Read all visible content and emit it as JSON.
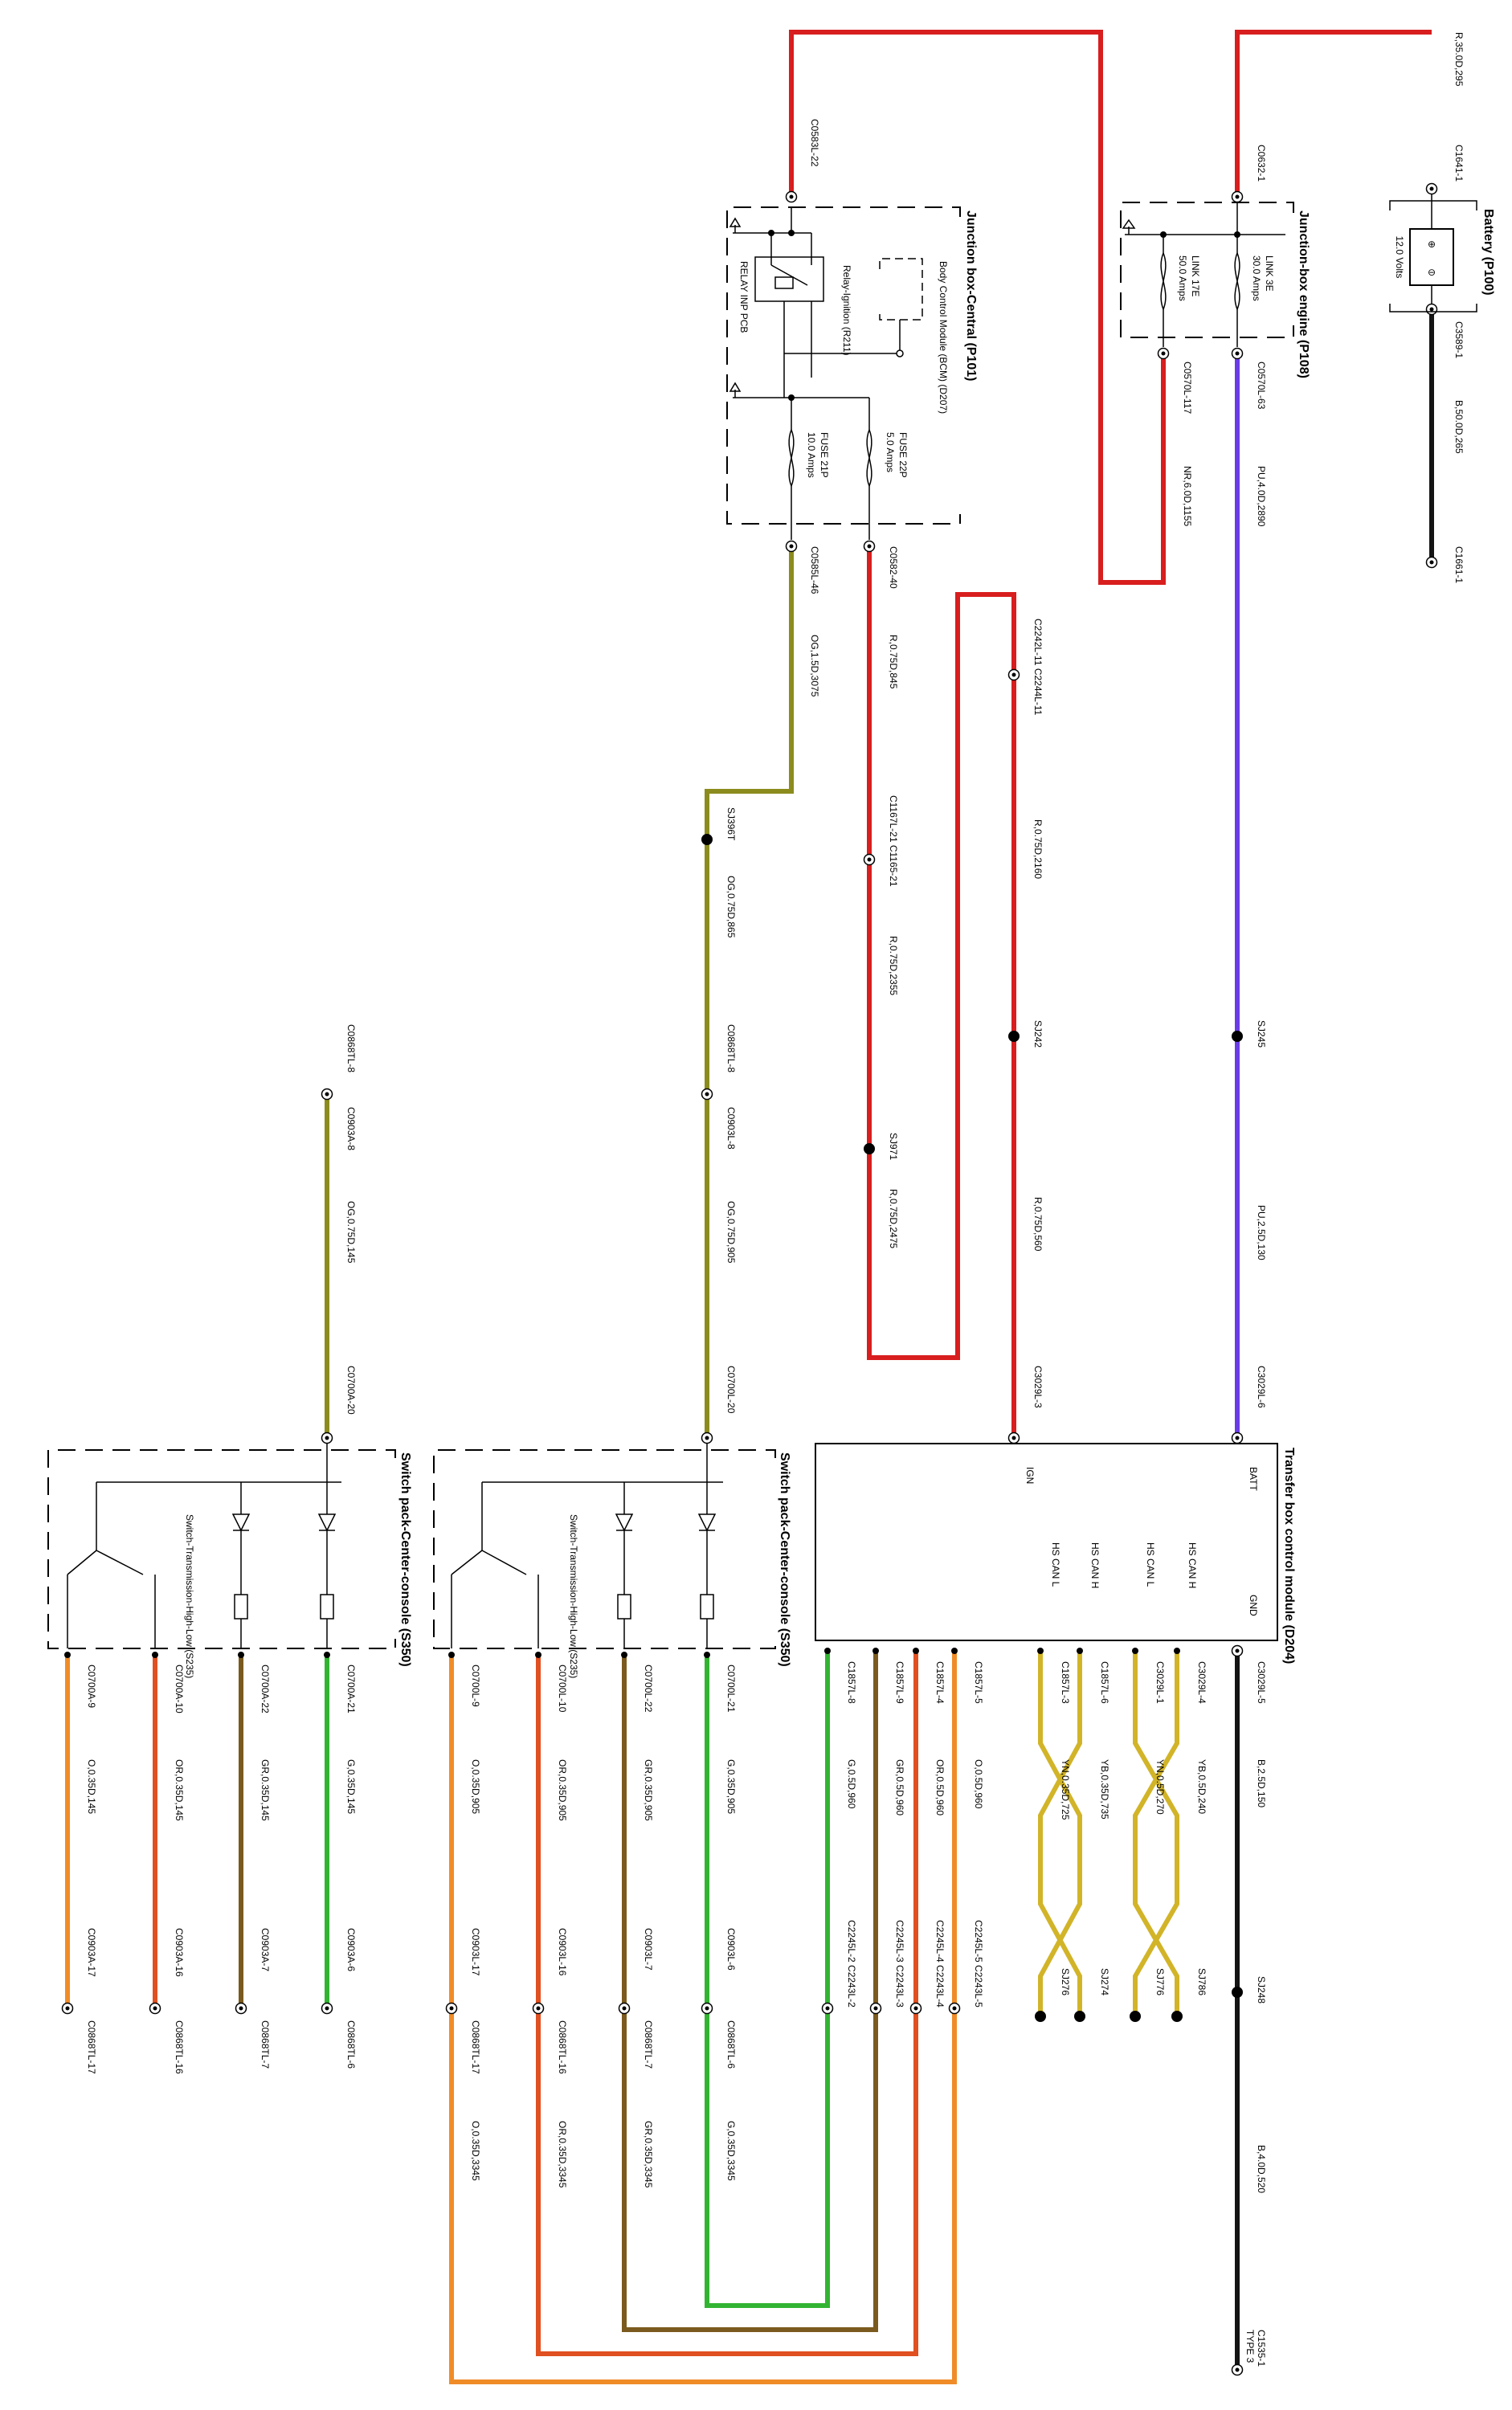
{
  "colors": {
    "red": "#d81e1e",
    "black": "#141414",
    "purple": "#6a3ce8",
    "olive": "#8c8c1e",
    "orange": "#f08c28",
    "green": "#32b432",
    "brown": "#7a5a1e",
    "orange_red": "#e05020",
    "yellow": "#d2b428"
  },
  "components": {
    "battery": {
      "title": "Battery (P100)",
      "volts": "12.0 Volts"
    },
    "jb_engine": {
      "title": "Junction-box engine (P108)",
      "link1_name": "LINK 3E",
      "link1_rating": "30.0 Amps",
      "link2_name": "LINK 17E",
      "link2_rating": "50.0 Amps"
    },
    "jb_central": {
      "title": "Junction box-Central (P101)",
      "bcm": "Body Control Module (BCM) (D207)",
      "relay": "Relay-Ignition (R211)",
      "relay_pcb": "RELAY INP PCB",
      "fuse1_name": "FUSE 22P",
      "fuse1_rating": "5.0 Amps",
      "fuse2_name": "FUSE 21P",
      "fuse2_rating": "10.0 Amps"
    },
    "tcm": {
      "title": "Transfer box control module (D204)",
      "pins": [
        "BATT",
        "GND",
        "HS CAN H",
        "HS CAN L",
        "HS CAN H",
        "HS CAN L",
        "IGN"
      ]
    },
    "switch_pack": {
      "title": "Switch pack-Center-console (S350)",
      "switch": "Switch-Transmission-High-Low (S235)"
    }
  },
  "labels": {
    "L001": "R,35.0D,295",
    "L002": "C1641-1",
    "L003": "C0632-1",
    "L004": "C0583L-22",
    "L005": "C3589-1",
    "L006": "B,50.0D,265",
    "L007": "C1661-1",
    "L008": "C0570L-63",
    "L009": "PU,4.0D,2890",
    "L010": "C0570L-117",
    "L011": "NR,6.0D,1155",
    "L012": "C0582-40",
    "L013": "R,0.75D,845",
    "L014": "C0585L-46",
    "L015": "OG,1.5D,3075",
    "L016": "C2242L-11 C2244L-11",
    "L017": "R,0.75D,2160",
    "L018": "C1167L-21 C1165-21",
    "L019": "R,0.75D,2355",
    "L020": "SJ396T",
    "L021": "OG,0.75D,865",
    "L022": "SJ242",
    "L023": "SJ245",
    "L024": "SJ971",
    "L025": "R,0.75D,2475",
    "L026": "R,0.75D,560",
    "L027": "PU,2.5D,130",
    "L028": "C0868TL-8",
    "L029": "C0903L-8",
    "L030": "C0868TL-8",
    "L031": "C0903A-8",
    "L032": "OG,0.75D,905",
    "L033": "OG,0.75D,145",
    "L034": "C3029L-3",
    "L035": "C3029L-6",
    "L036": "C0700L-20",
    "L037": "C0700A-20",
    "L038": "C3029L-5",
    "L039": "B,2.5D,150",
    "L040": "SJ248",
    "L041": "B,4.0D,520",
    "L042": "C1535-1",
    "L043": "TYPE 3",
    "L044": "C3029L-4",
    "L045": "YB,0.5D,240",
    "L046": "SJ786",
    "L047": "C3029L-1",
    "L048": "YN,0.5D,270",
    "L049": "SJ776",
    "L050": "C1857L-6",
    "L051": "YB,0.35D,735",
    "L052": "SJ274",
    "L053": "C1857L-3",
    "L054": "YN,0.35D,725",
    "L055": "SJ276",
    "L056": "C1857L-5",
    "L057": "O,0.5D,960",
    "L058": "C2245L-5 C2243L-5",
    "L059": "C1857L-4",
    "L060": "OR,0.5D,960",
    "L061": "C2245L-4 C2243L-4",
    "L062": "C1857L-9",
    "L063": "GR,0.5D,960",
    "L064": "C2245L-3 C2243L-3",
    "L065": "C1857L-8",
    "L066": "G,0.5D,960",
    "L067": "C2245L-2 C2243L-2",
    "L068": "C0700L-21",
    "L069": "G,0.35D,905",
    "L070": "C0903L-6",
    "L071": "C0868TL-6",
    "L072": "G,0.35D,3345",
    "L073": "C0700L-22",
    "L074": "GR,0.35D,905",
    "L075": "C0903L-7",
    "L076": "C0868TL-7",
    "L077": "GR,0.35D,3345",
    "L078": "C0700L-10",
    "L079": "OR,0.35D,905",
    "L080": "C0903L-16",
    "L081": "C0868TL-16",
    "L082": "OR,0.35D,3345",
    "L083": "C0700L-9",
    "L084": "O,0.35D,905",
    "L085": "C0903L-17",
    "L086": "C0868TL-17",
    "L087": "O,0.35D,3345",
    "L088": "C0700A-21",
    "L089": "G,0.35D,145",
    "L090": "C0903A-6",
    "L091": "C0868TL-6",
    "L092": "C0700A-22",
    "L093": "GR,0.35D,145",
    "L094": "C0903A-7",
    "L095": "C0868TL-7",
    "L096": "C0700A-10",
    "L097": "OR,0.35D,145",
    "L098": "C0903A-16",
    "L099": "C0868TL-16",
    "L100": "C0700A-9",
    "L101": "O,0.35D,145",
    "L102": "C0903A-17",
    "L103": "C0868TL-17"
  }
}
